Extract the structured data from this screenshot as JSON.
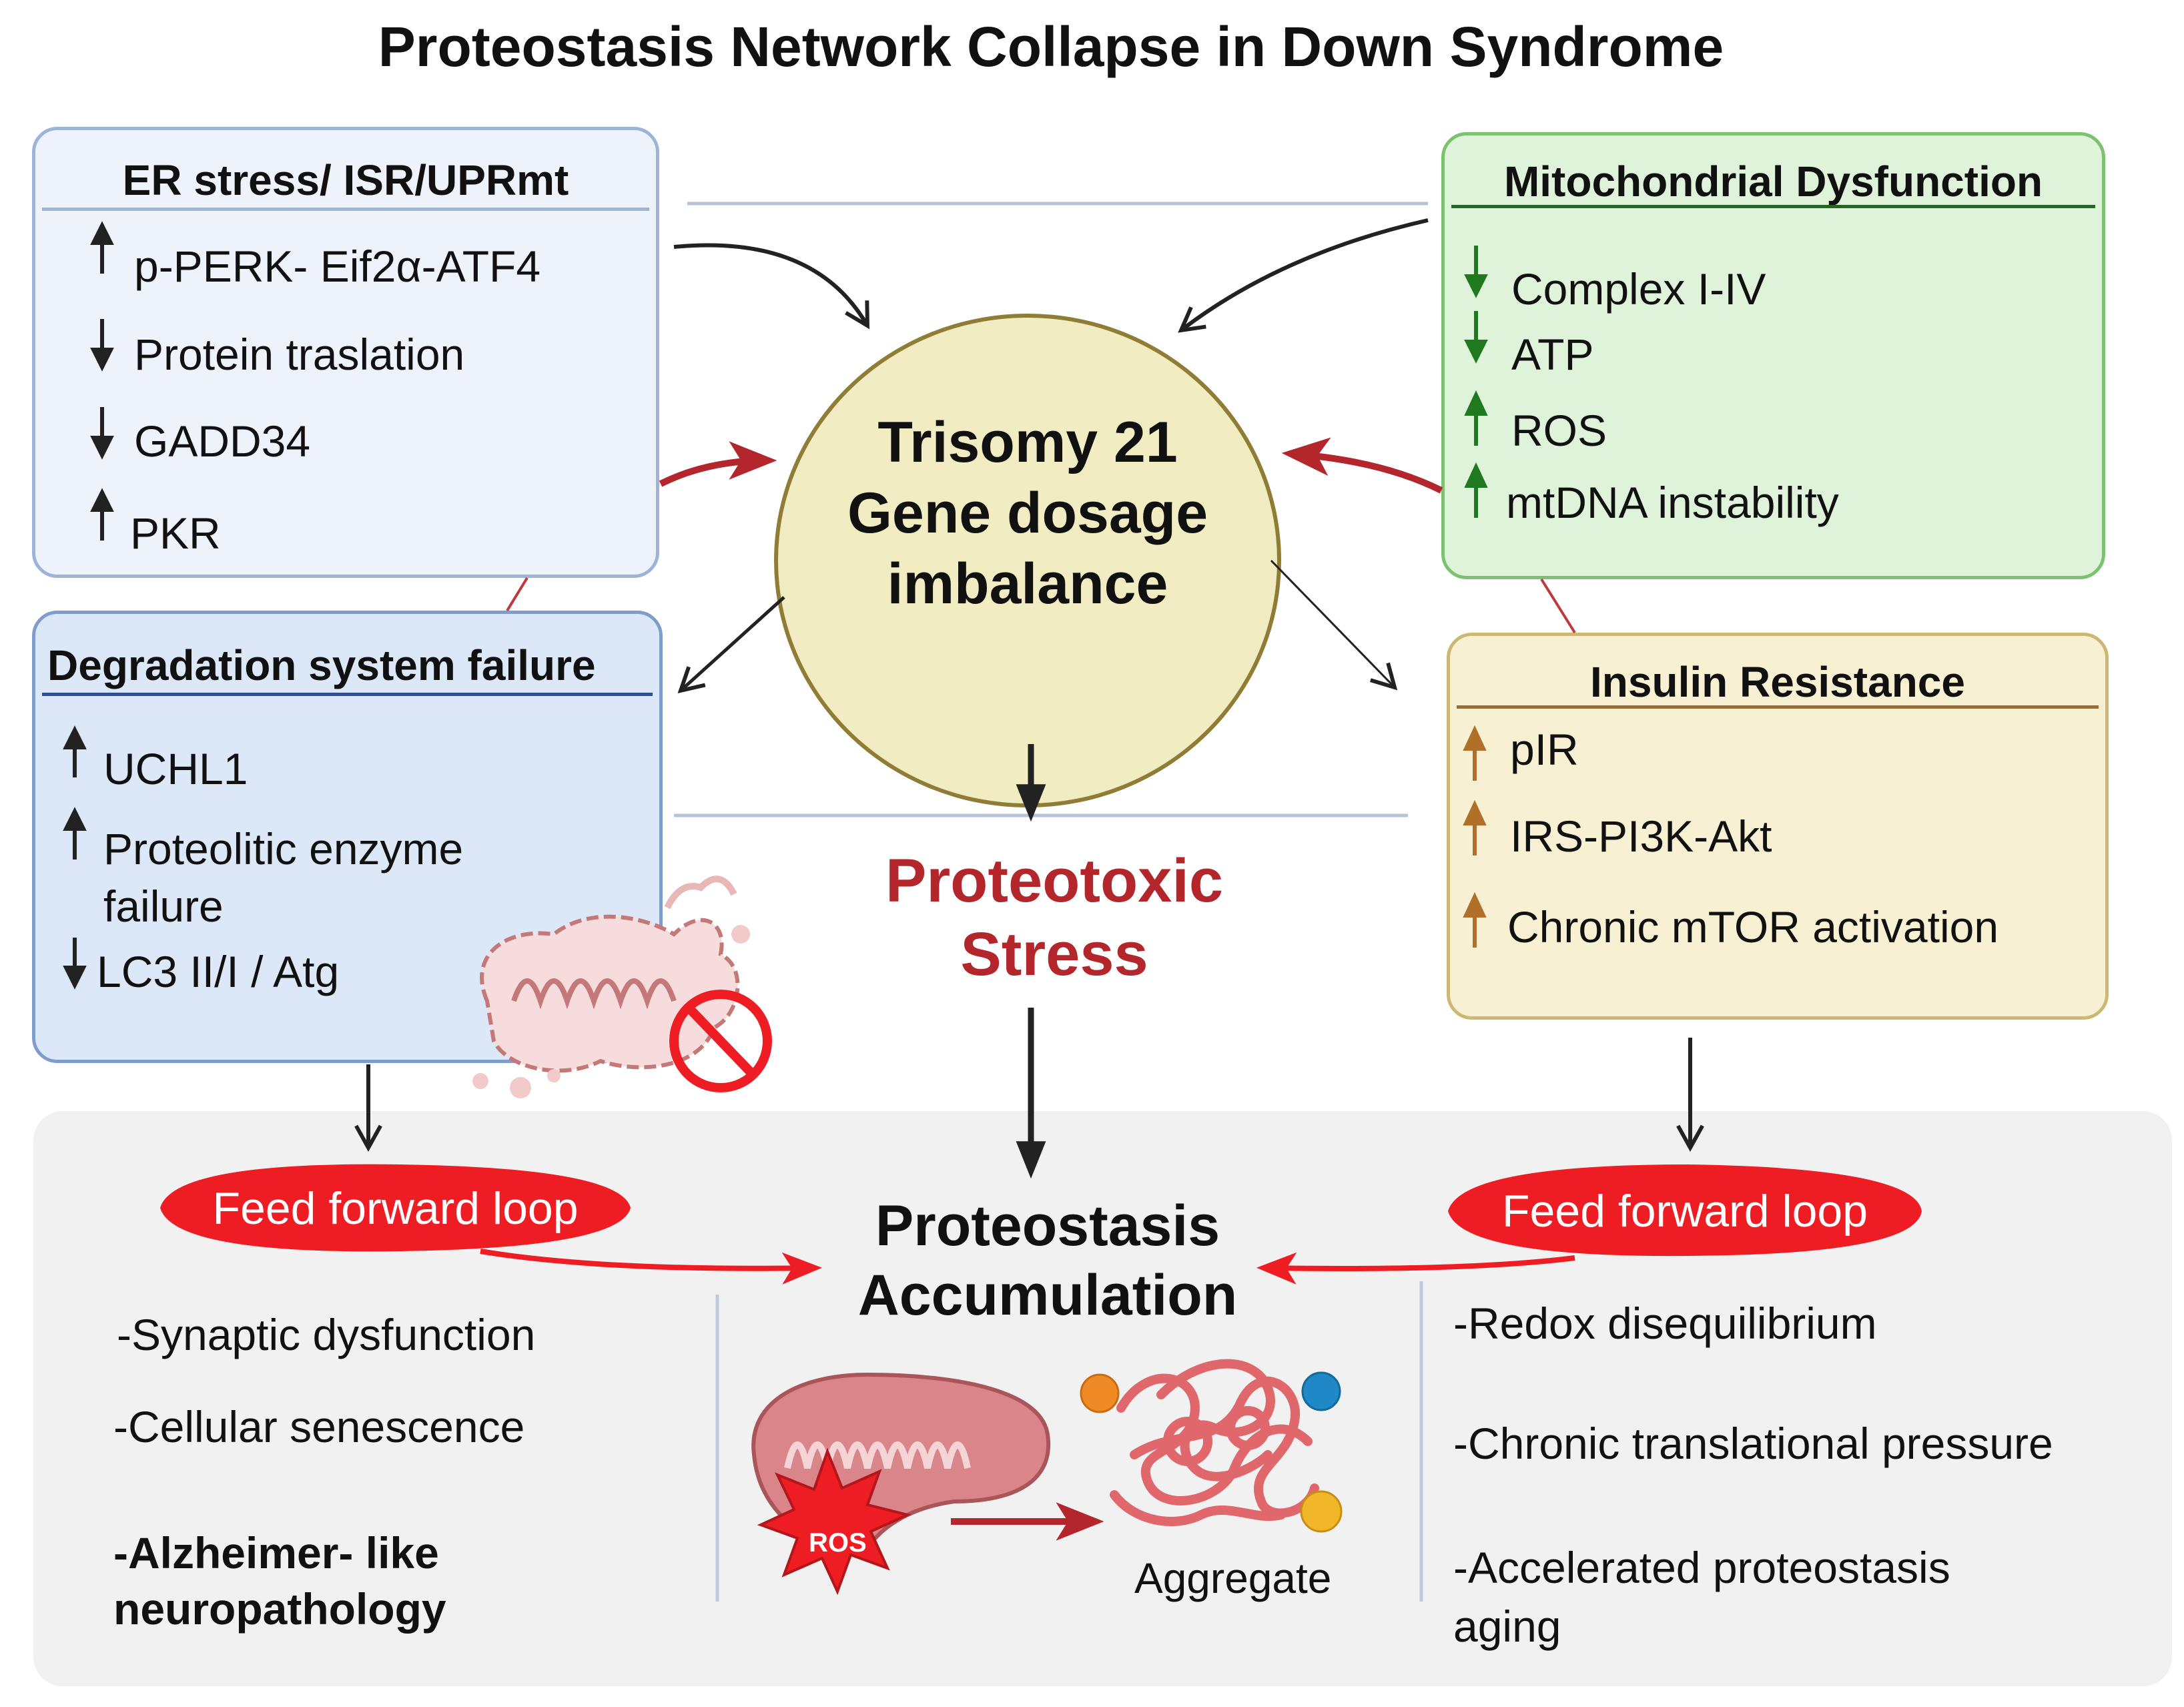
{
  "title": "Proteostasis Network Collapse in Down Syndrome",
  "center": {
    "lines": [
      "Trisomy 21",
      "Gene dosage",
      "imbalance"
    ]
  },
  "proteotoxic": [
    "Proteotoxic",
    "Stress"
  ],
  "accumulation": [
    "Proteostasis",
    "Accumulation"
  ],
  "er_box": {
    "heading": "ER stress/ ISR/UPRmt",
    "items": [
      {
        "dir": "up",
        "text": "p-PERK- Eif2α-ATF4"
      },
      {
        "dir": "down",
        "text": "Protein traslation"
      },
      {
        "dir": "down",
        "text": "GADD34"
      },
      {
        "dir": "up",
        "text": "PKR"
      }
    ]
  },
  "degradation_box": {
    "heading": "Degradation system failure",
    "items": [
      {
        "dir": "up",
        "text": "UCHL1"
      },
      {
        "dir": "up",
        "text": "Proteolitic enzyme"
      },
      {
        "dir": "none",
        "text": "failure"
      },
      {
        "dir": "down",
        "text": "LC3 II/I / Atg"
      }
    ]
  },
  "mito_box": {
    "heading": "Mitochondrial Dysfunction",
    "items": [
      {
        "dir": "down",
        "text": "Complex I-IV"
      },
      {
        "dir": "down",
        "text": "ATP"
      },
      {
        "dir": "up",
        "text": "ROS"
      },
      {
        "dir": "up",
        "text": "mtDNA instability"
      }
    ]
  },
  "insulin_box": {
    "heading": "Insulin Resistance",
    "items": [
      {
        "dir": "up",
        "text": "pIR"
      },
      {
        "dir": "up",
        "text": "IRS-PI3K-Akt"
      },
      {
        "dir": "up",
        "text": "Chronic mTOR activation"
      }
    ]
  },
  "feed_forward": {
    "left_label": "Feed forward loop",
    "right_label": "Feed forward loop"
  },
  "left_outcomes": [
    "-Synaptic dysfunction",
    "-Cellular senescence"
  ],
  "left_outcome_bold": [
    "-Alzheimer- like",
    "neuropathology"
  ],
  "right_outcomes": [
    "-Redox disequilibrium",
    "-Chronic translational pressure",
    "-Accelerated proteostasis",
    "aging"
  ],
  "aggregate_label": "Aggregate",
  "ros_label": "ROS",
  "colors": {
    "red_arrow": "#b3262b",
    "ffl_red": "#ee1d23",
    "green_arrow": "#1f7a1f",
    "brown_arrow": "#b0702a",
    "dark_arrow": "#222222"
  }
}
